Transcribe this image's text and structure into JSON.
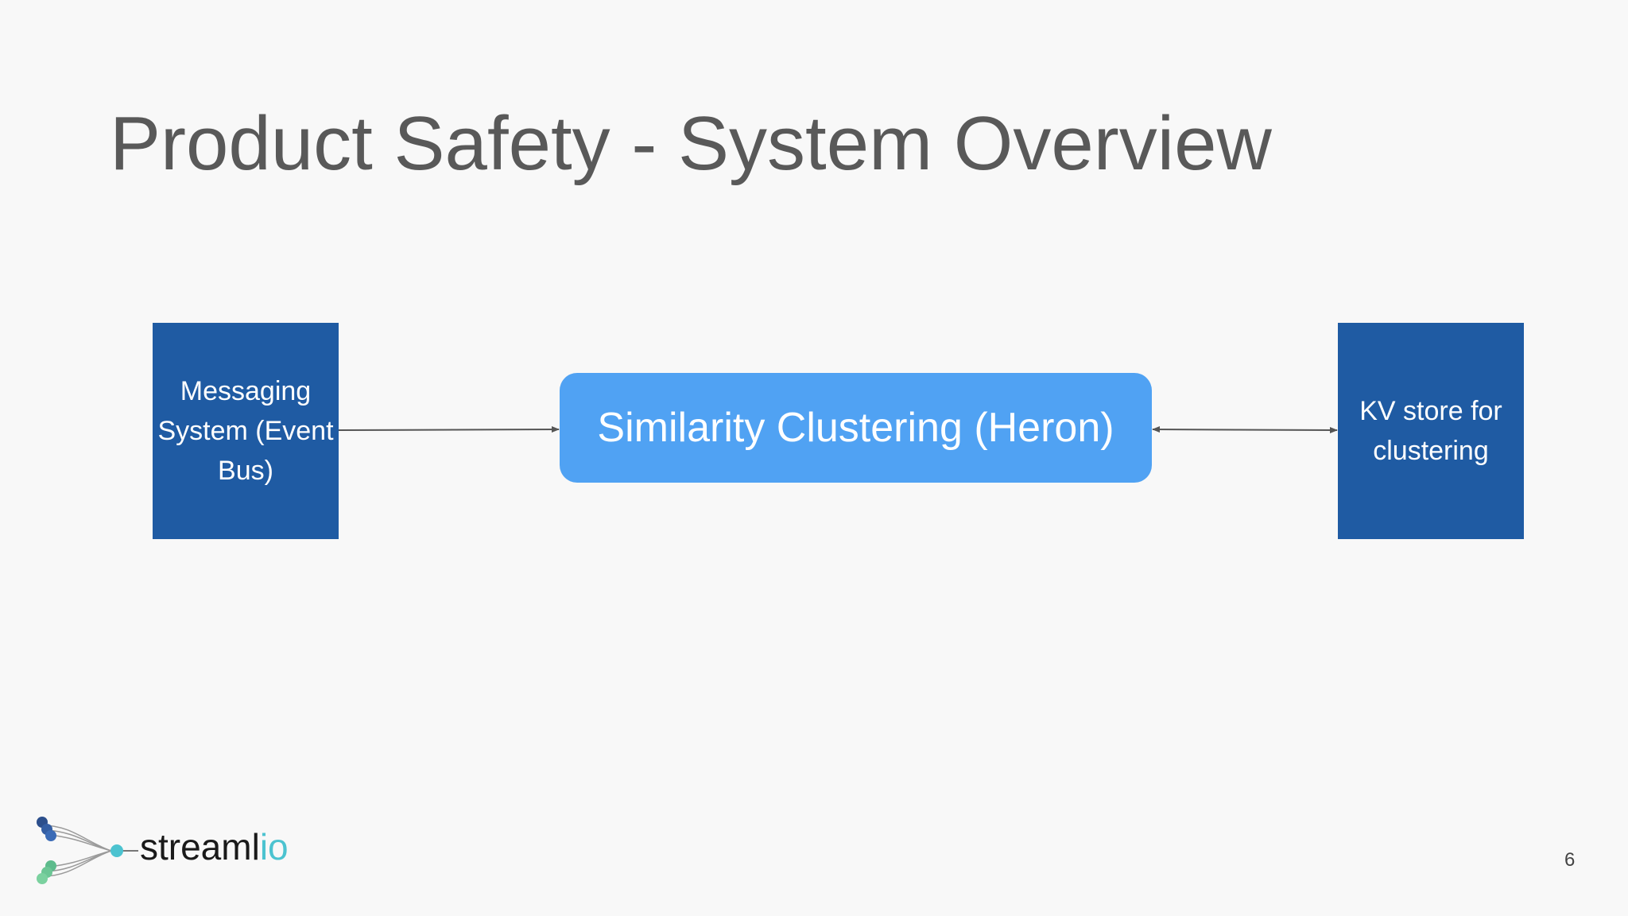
{
  "slide": {
    "title": "Product Safety - System Overview",
    "page_number": "6"
  },
  "diagram": {
    "left_box_label": "Messaging System (Event Bus)",
    "center_box_label": "Similarity Clustering (Heron)",
    "right_box_label": "KV store for clustering"
  },
  "logo": {
    "text_main": "streaml",
    "text_accent": "io"
  },
  "colors": {
    "background": "#f8f8f8",
    "dark_box": "#1f5ba3",
    "center_box": "#50a2f3",
    "title": "#595959",
    "logo_accent": "#4cc3d0"
  }
}
